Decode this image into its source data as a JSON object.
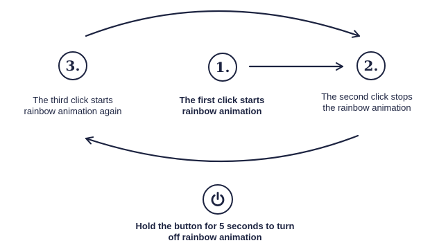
{
  "steps": [
    {
      "number": "1.",
      "caption_line1": "The first click starts",
      "caption_line2": "rainbow animation"
    },
    {
      "number": "2.",
      "caption_line1": "The second click stops",
      "caption_line2": "the rainbow animation"
    },
    {
      "number": "3.",
      "caption_line1": "The third click starts",
      "caption_line2": "rainbow animation again"
    }
  ],
  "hold": {
    "icon": "power-icon",
    "caption_line1": "Hold the button for 5 seconds to turn",
    "caption_line2": "off rainbow animation"
  },
  "colors": {
    "ink": "#1c2340",
    "background": "#ffffff"
  }
}
